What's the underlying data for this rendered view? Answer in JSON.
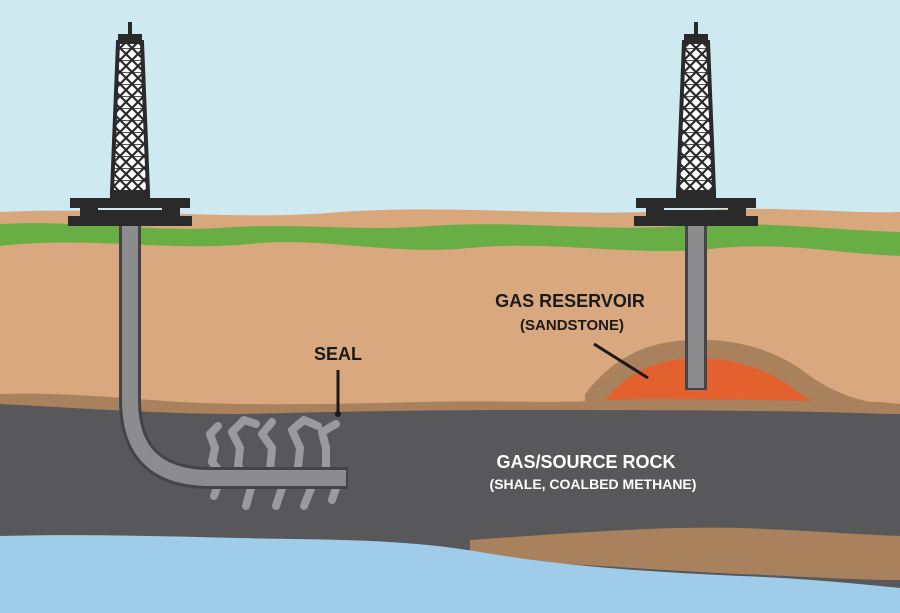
{
  "labels": {
    "reservoir_title": "GAS RESERVOIR",
    "reservoir_sub": "(SANDSTONE)",
    "seal": "SEAL",
    "source_title": "GAS/SOURCE ROCK",
    "source_sub": "(SHALE, COALBED METHANE)"
  },
  "colors": {
    "sky": "#cfe9f1",
    "topsoil": "#d9a77c",
    "grass": "#69ad45",
    "upper_rock": "#d9a87e",
    "seal_band": "#a9825d",
    "shale": "#58585a",
    "lower_band": "#a9825d",
    "water": "#9fcce9",
    "reservoir": "#e2612f",
    "pipe": "#8c8c8e",
    "rig": "#2a2a2a",
    "label_dark": "#1a1a1a",
    "label_light": "#ffffff"
  }
}
